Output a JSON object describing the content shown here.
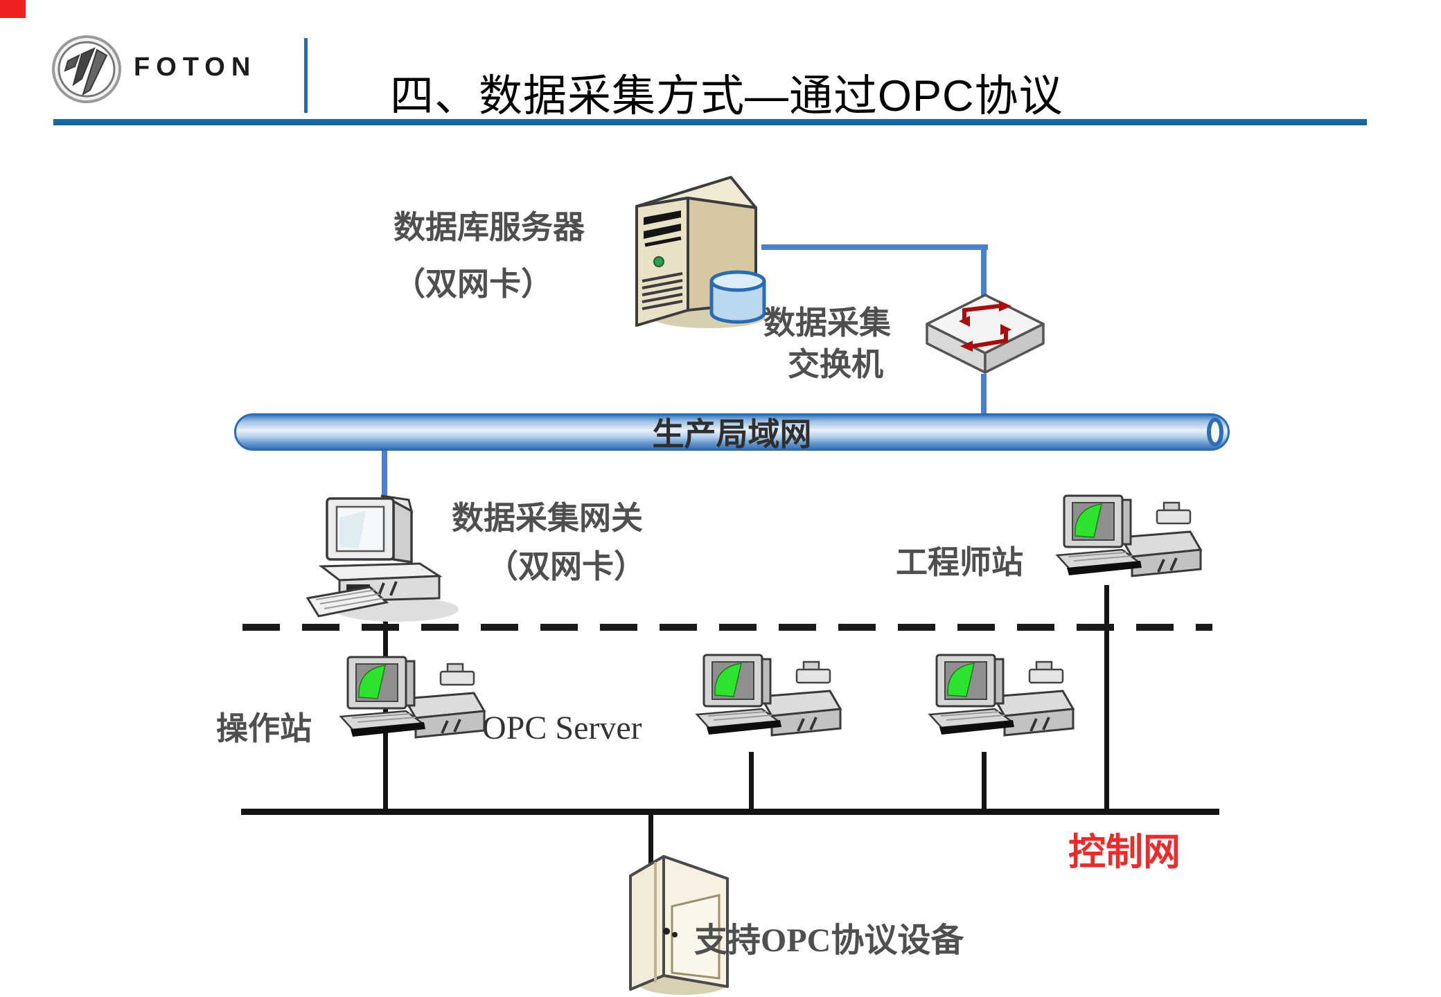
{
  "header": {
    "brand": "FOTON",
    "title": "四、数据采集方式—通过OPC协议"
  },
  "diagram": {
    "db_server": {
      "label_line1": "数据库服务器",
      "label_line2": "（双网卡）"
    },
    "switch": {
      "label_line1": "数据采集",
      "label_line2": "交换机"
    },
    "lan": {
      "label": "生产局域网"
    },
    "gateway": {
      "label_line1": "数据采集网关",
      "label_line2": "（双网卡）"
    },
    "engineer_station": {
      "label": "工程师站"
    },
    "operator_station": {
      "label": "操作站"
    },
    "opc_server": {
      "label": "OPC Server"
    },
    "control_network": {
      "label": "控制网"
    },
    "opc_device": {
      "label": "支持OPC协议设备"
    }
  },
  "colors": {
    "header_rule": "#16669f",
    "brand_divider": "#1f6cb0",
    "link_blue": "#4a80cf",
    "pipe_border": "#2a6cb4",
    "line_black": "#141414",
    "label_gray": "#4f4f4f",
    "control_red": "#ee2b2b",
    "screen_green": "#2ee32e",
    "corner_red": "#ee2222"
  }
}
